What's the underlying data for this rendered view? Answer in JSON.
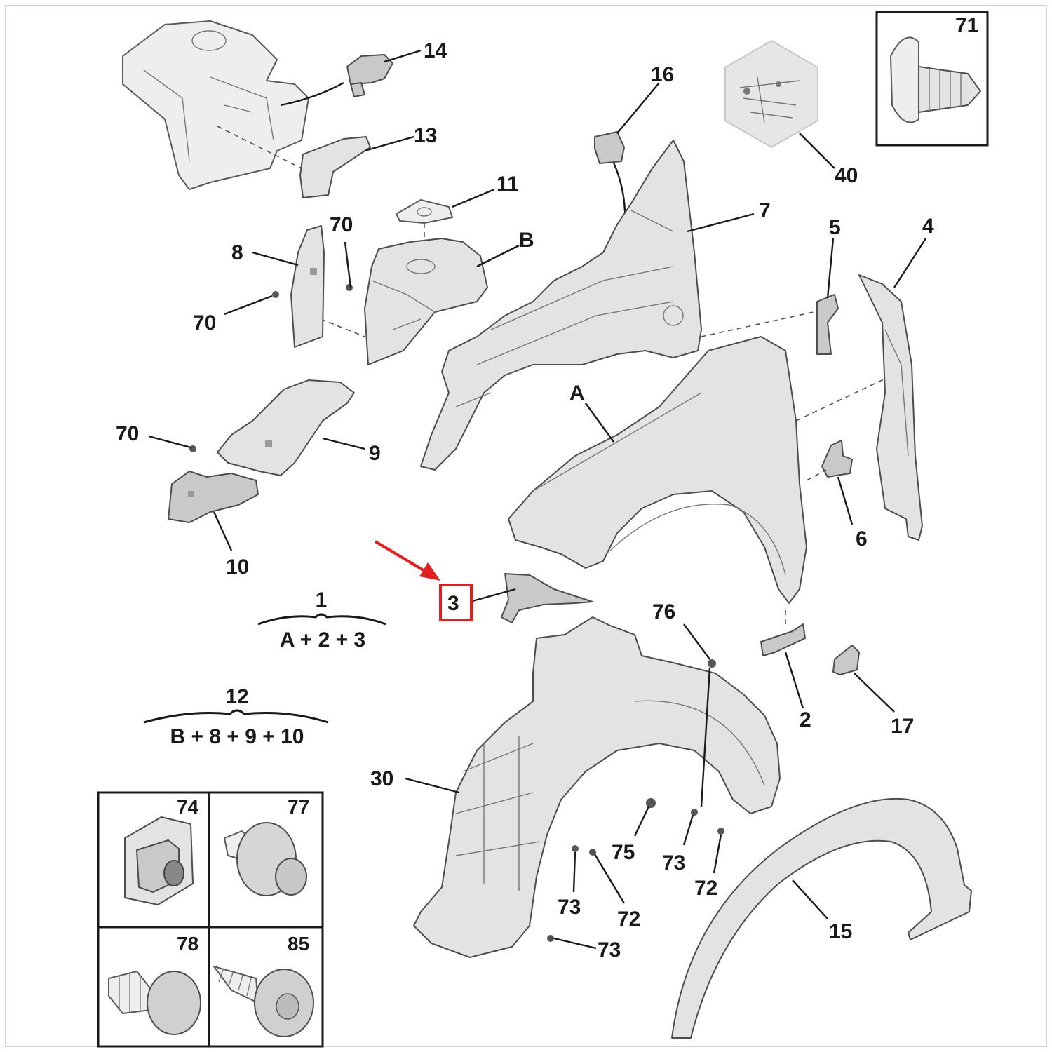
{
  "labels": {
    "l71": "71",
    "l14": "14",
    "l16": "16",
    "l40": "40",
    "l13": "13",
    "l11": "11",
    "l70a": "70",
    "l8": "8",
    "lB": "B",
    "l7": "7",
    "l5": "5",
    "l4": "4",
    "l70b": "70",
    "lA": "A",
    "l70c": "70",
    "l9": "9",
    "l6": "6",
    "l10": "10",
    "l3": "3",
    "l76": "76",
    "l2": "2",
    "l17": "17",
    "l30": "30",
    "l75": "75",
    "l73a": "73",
    "l72a": "72",
    "l73b": "73",
    "l72b": "72",
    "l73c": "73",
    "l15": "15",
    "l74": "74",
    "l77": "77",
    "l78": "78",
    "l85": "85"
  },
  "formulas": {
    "f1_top": "1",
    "f1_bottom": "A + 2 + 3",
    "f12_top": "12",
    "f12_bottom": "B + 8 + 9 + 10"
  },
  "colors": {
    "highlight": "#e02020",
    "ink": "#1a1a1a",
    "part_fill": "#e3e3e3"
  },
  "highlighted_part": "3"
}
